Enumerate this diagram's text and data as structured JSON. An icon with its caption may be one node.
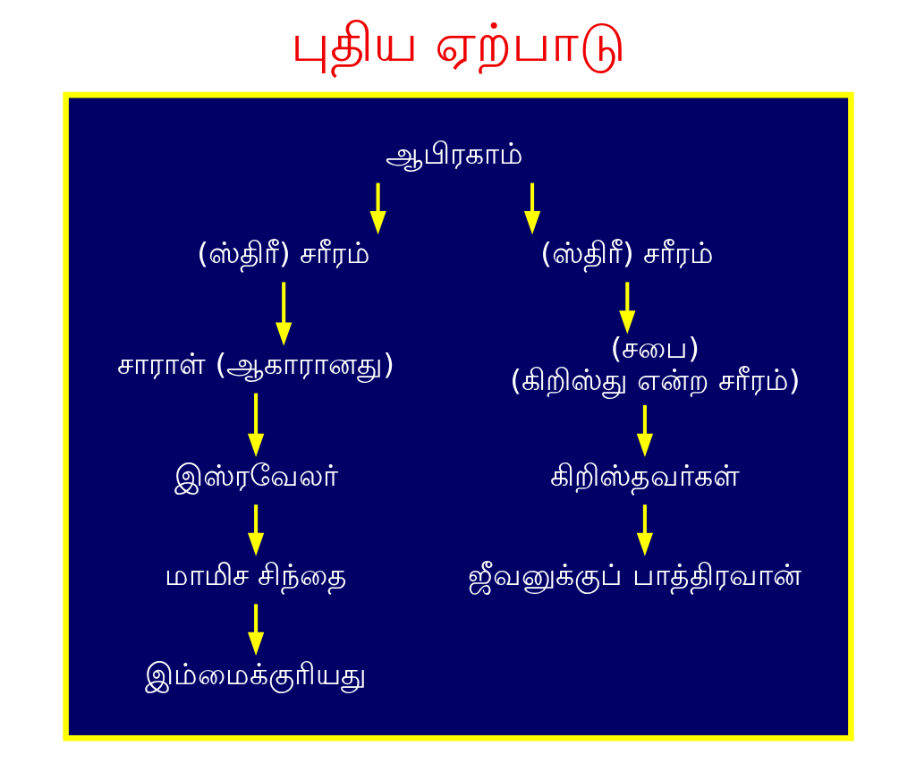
{
  "diagram": {
    "title": "புதிய ஏற்பாடு",
    "nodes": [
      {
        "text": [],
        "shape": "box"
      },
      {
        "text": [
          "ஆபிரகாம்"
        ],
        "in": 0
      },
      {
        "text": [
          "(ஸ்திரீ) சரீரம்"
        ],
        "in": 0
      },
      {
        "text": [
          "சாராள் (ஆகாரானது)"
        ],
        "in": 0
      },
      {
        "text": [
          "இஸ்ரவேலர்"
        ],
        "in": 0
      },
      {
        "text": [
          "மாமிச சிந்தை"
        ],
        "in": 0
      },
      {
        "text": [
          "இம்மைக்குரியது"
        ],
        "in": 0
      },
      {
        "text": [
          "(ஸ்திரீ) சரீரம்"
        ],
        "in": 0
      },
      {
        "text": [
          "(சபை)",
          "(கிறிஸ்து என்ற சரீரம்)"
        ],
        "in": 0
      },
      {
        "text": [
          "கிறிஸ்தவர்கள்"
        ],
        "in": 0
      },
      {
        "text": [
          "ஜீவனுக்குப் பாத்திரவான்"
        ],
        "in": 0
      }
    ],
    "edges": [
      {
        "from": 1,
        "to": 2,
        "arrow": "to"
      },
      {
        "from": 1,
        "to": 7,
        "arrow": "to"
      },
      {
        "from": 2,
        "to": 3,
        "arrow": "to"
      },
      {
        "from": 3,
        "to": 4,
        "arrow": "to"
      },
      {
        "from": 4,
        "to": 5,
        "arrow": "to"
      },
      {
        "from": 5,
        "to": 6,
        "arrow": "to"
      },
      {
        "from": 7,
        "to": 8,
        "arrow": "to"
      },
      {
        "from": 8,
        "to": 9,
        "arrow": "to"
      },
      {
        "from": 9,
        "to": 10,
        "arrow": "to"
      }
    ]
  }
}
